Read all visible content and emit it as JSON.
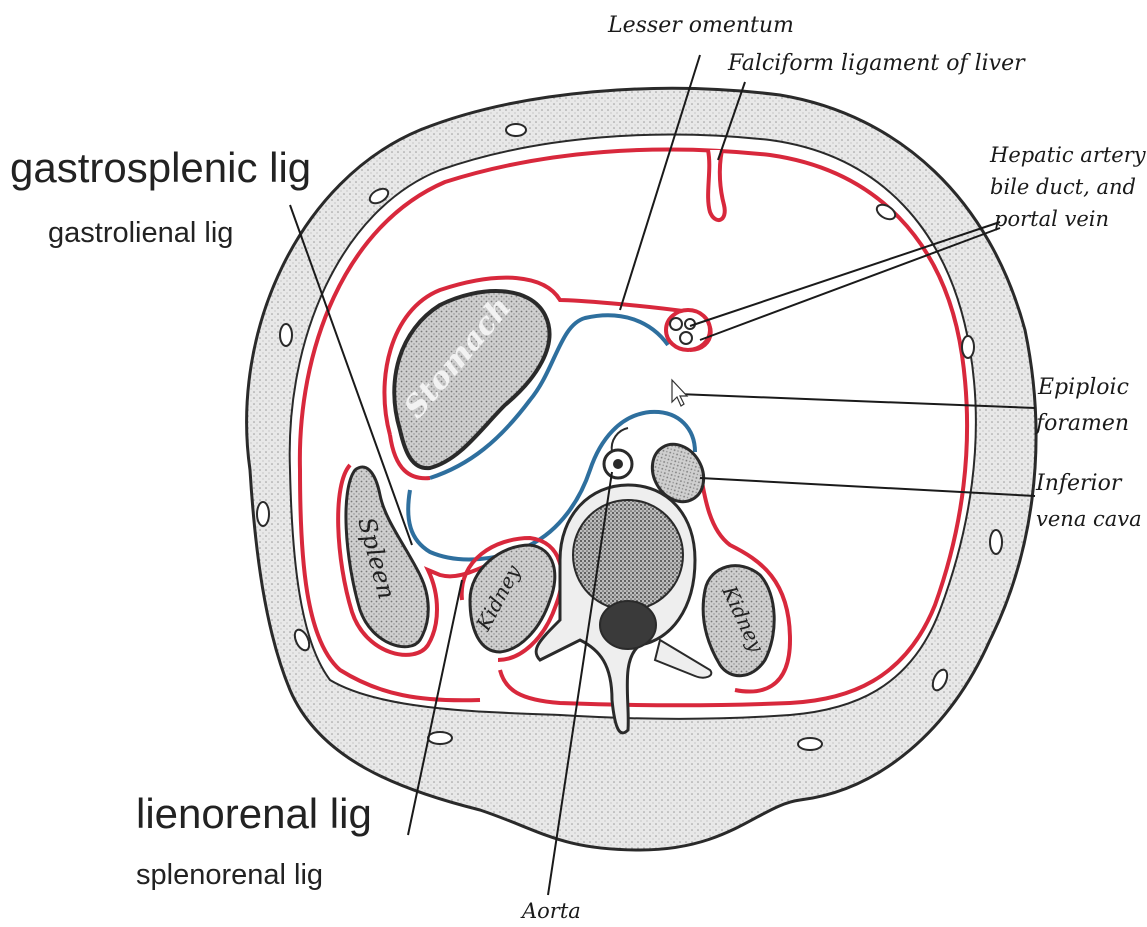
{
  "labels": {
    "lesser_omentum": "Lesser omentum",
    "falciform": "Falciform ligament of liver",
    "hepatic_1": "Hepatic artery",
    "hepatic_2": "bile duct, and",
    "hepatic_3": "portal vein",
    "epiploic_1": "Epiploic",
    "epiploic_2": "foramen",
    "ivc_1": "Inferior",
    "ivc_2": "vena cava",
    "aorta": "Aorta",
    "gastrosplenic": "gastrosplenic lig",
    "gastrolienal": "gastrolienal lig",
    "lienorenal": "lienorenal lig",
    "splenorenal": "splenorenal lig"
  },
  "organs": {
    "stomach": "Stomach",
    "spleen": "Spleen",
    "kidney_left": "Kidney",
    "kidney_right": "Kidney"
  },
  "colors": {
    "peritoneum_greater": "#d8283c",
    "peritoneum_lesser": "#2e6f9e",
    "body_wall": "#e6e6e6",
    "outline": "#2a2a2a"
  }
}
